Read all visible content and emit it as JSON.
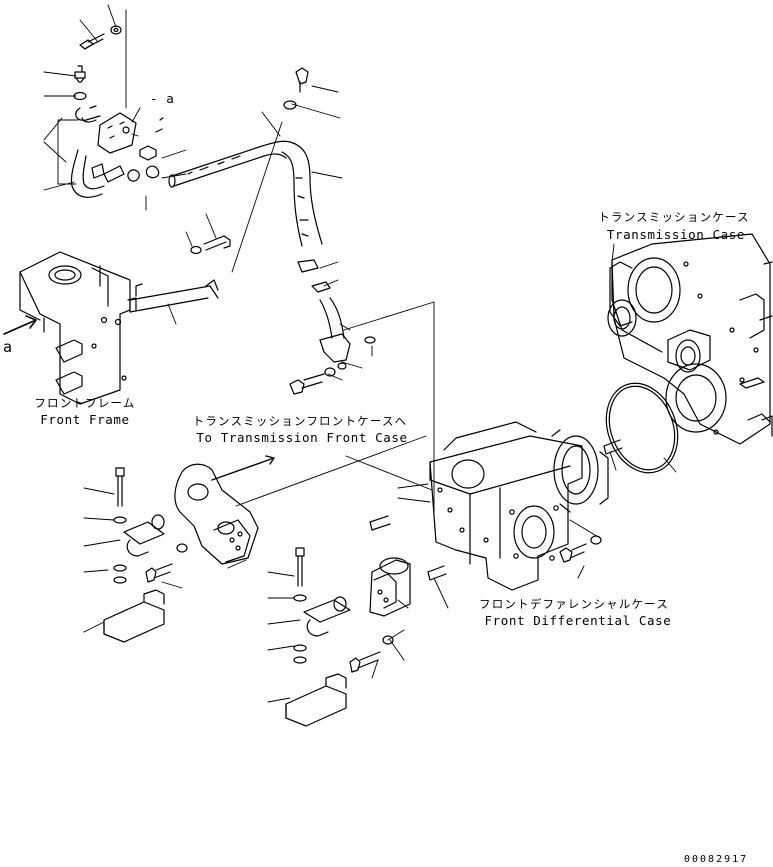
{
  "labels": {
    "front_frame_jp": "フロントフレーム",
    "front_frame_en": "Front Frame",
    "to_tm_front_case_jp": "トランスミッションフロントケースへ",
    "to_tm_front_case_en": "To Transmission Front Case",
    "transmission_case_jp": "トランスミッションケース",
    "transmission_case_en": "Transmission Case",
    "front_diff_case_jp": "フロントデファレンシャルケース",
    "front_diff_case_en": "Front Differential Case",
    "view_ref_a": "a",
    "view_ref_a_arrow": "- a",
    "drawing_number": "00082917"
  },
  "colors": {
    "line": "#000000",
    "background": "#ffffff"
  }
}
